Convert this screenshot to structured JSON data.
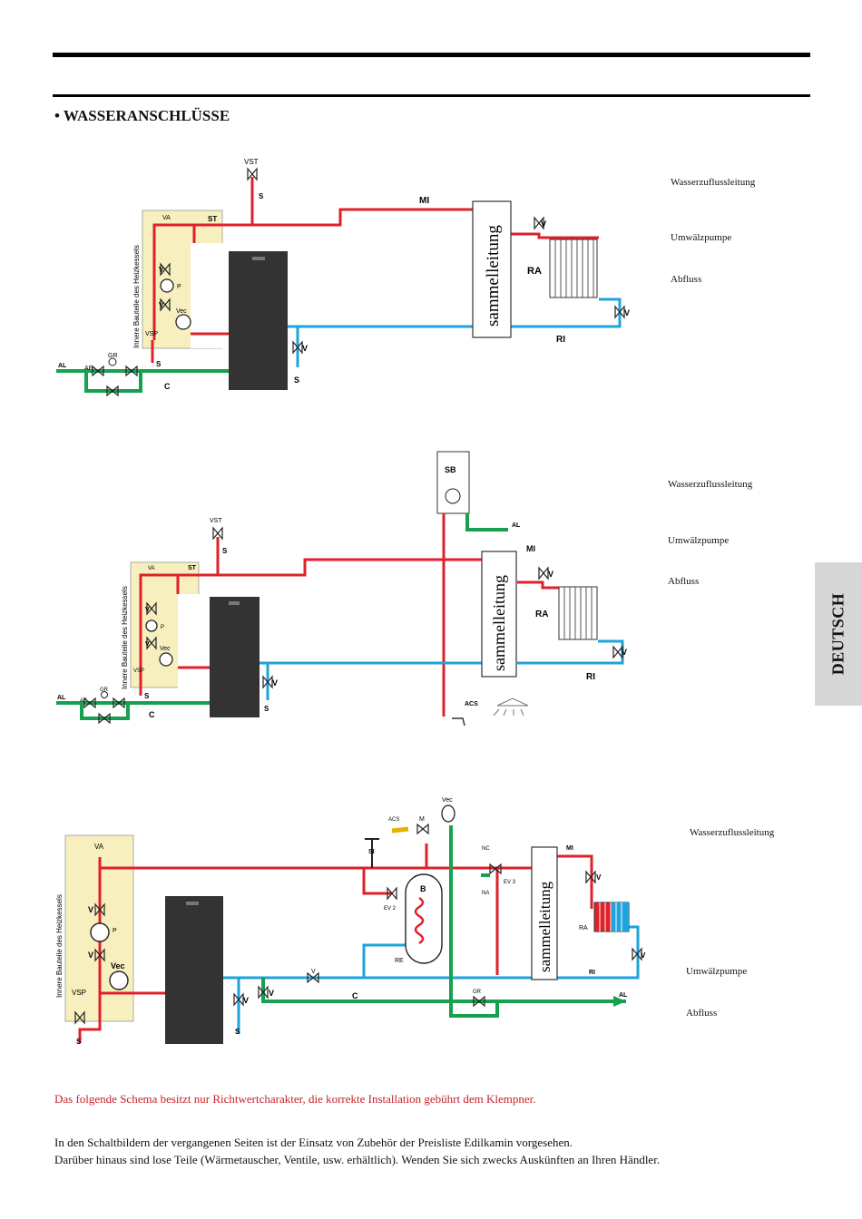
{
  "heading": "• WASSERANSCHLÜSSE",
  "side_tab": "DEUTSCH",
  "colors": {
    "red": "#e0202a",
    "blue": "#1fa3dc",
    "green": "#16a050",
    "panel": "#f7efbe",
    "boiler": "#333333"
  },
  "diagram1": {
    "panel_label": "Innere Bauteile des Heizkessels",
    "manifold": "sammelleitung",
    "labels": {
      "VST": "VST",
      "S1": "S",
      "MI": "MI",
      "V1": "V",
      "RA": "RA",
      "V2": "V",
      "RI": "RI",
      "V3": "V",
      "S2": "S",
      "VA": "VA",
      "ST": "ST",
      "V4": "V",
      "P": "P",
      "V5": "V",
      "Vec": "Vec",
      "VSP": "VSP",
      "S3": "S",
      "AL": "AL",
      "AF": "AF",
      "GR": "GR",
      "C": "C"
    },
    "legend": [
      "Wasserzuflussleitung",
      "Umwälzpumpe",
      "Abfluss"
    ]
  },
  "diagram2": {
    "panel_label": "Innere Bauteile des Heizkessels",
    "manifold": "sammelleitung",
    "labels": {
      "SB": "SB",
      "AL2": "AL",
      "MI": "MI",
      "V1": "V",
      "RA": "RA",
      "V2": "V",
      "RI": "RI",
      "ACS": "ACS",
      "VST": "VST",
      "S1": "S",
      "VA": "VA",
      "ST": "ST",
      "V3": "V",
      "P": "P",
      "V4": "V",
      "Vec": "Vec",
      "VSP": "VSP",
      "S2": "S",
      "V5": "V",
      "S3": "S",
      "AL": "AL",
      "AF": "AF",
      "GR": "GR",
      "C": "C"
    },
    "legend": [
      "Wasserzuflussleitung",
      "Umwälzpumpe",
      "Abfluss"
    ]
  },
  "diagram3": {
    "panel_label": "Innere Bauteile des Heizkessels",
    "manifold": "sammelleitung",
    "labels": {
      "VA": "VA",
      "V1": "V",
      "P": "P",
      "V2": "V",
      "Vec": "Vec",
      "VSP": "VSP",
      "S1": "S",
      "V3": "V",
      "S2": "S",
      "V4": "V",
      "V5": "V",
      "C": "C",
      "ACS": "ACS",
      "M": "M",
      "Vec2": "Vec",
      "SI": "SI",
      "EV2": "EV 2",
      "B": "B",
      "RE": "RE",
      "NC": "NC",
      "NA": "NA",
      "EV3": "EV 3",
      "MI": "MI",
      "V6": "V",
      "RA": "RA",
      "V7": "V",
      "RI": "RI",
      "GR": "GR",
      "AL": "AL"
    },
    "legend": [
      "Wasserzuflussleitung",
      "Umwälzpumpe",
      "Abfluss"
    ]
  },
  "notes": {
    "red": "Das folgende Schema besitzt nur Richtwertcharakter, die korrekte Installation gebührt dem Klempner.",
    "line1": "In den Schaltbildern der vergangenen Seiten ist der Einsatz von Zubehör der Preisliste Edilkamin vorgesehen.",
    "line2": "Darüber hinaus sind lose Teile (Wärmetauscher, Ventile, usw. erhältlich). Wenden Sie sich zwecks Auskünften an Ihren Händler."
  }
}
